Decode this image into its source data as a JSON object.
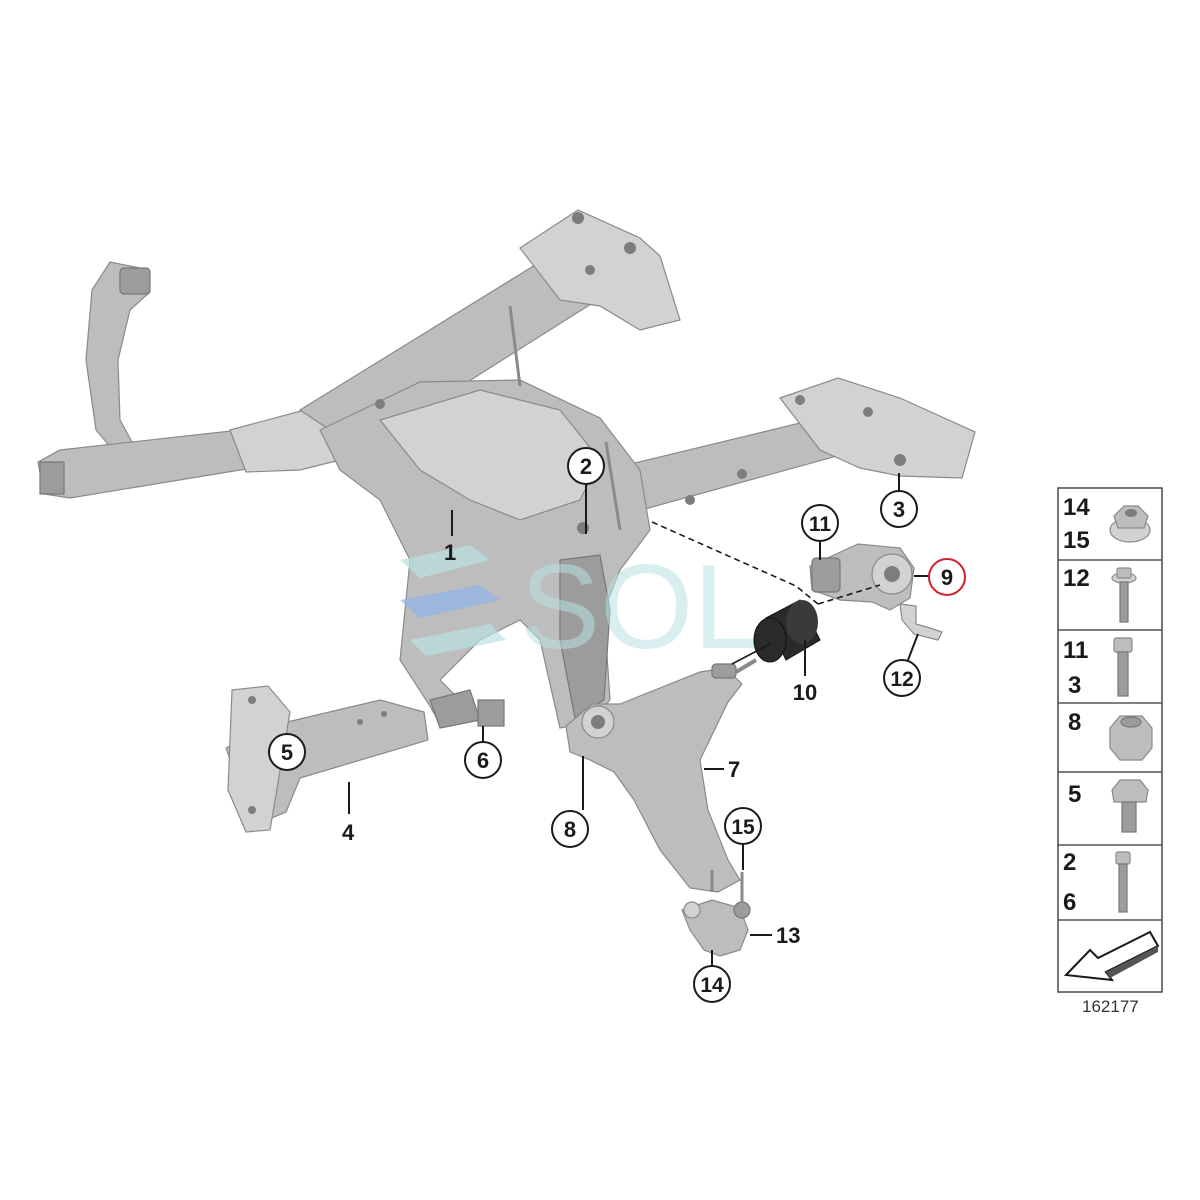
{
  "callouts": {
    "c1": "1",
    "c2": "2",
    "c3": "3",
    "c4": "4",
    "c5": "5",
    "c6": "6",
    "c7": "7",
    "c8": "8",
    "c9": "9",
    "c10": "10",
    "c11": "11",
    "c12": "12",
    "c13": "13",
    "c14": "14",
    "c15": "15"
  },
  "legend": {
    "row1": [
      "14",
      "15"
    ],
    "row2": [
      "12"
    ],
    "row3": [
      "11",
      "3"
    ],
    "row4": [
      "8"
    ],
    "row5": [
      "5"
    ],
    "row6": [
      "2",
      "6"
    ]
  },
  "reference_number": "162177",
  "watermark_text": "SOL",
  "colors": {
    "highlight": "#d21f2b",
    "watermark": "#b9e1e3"
  }
}
